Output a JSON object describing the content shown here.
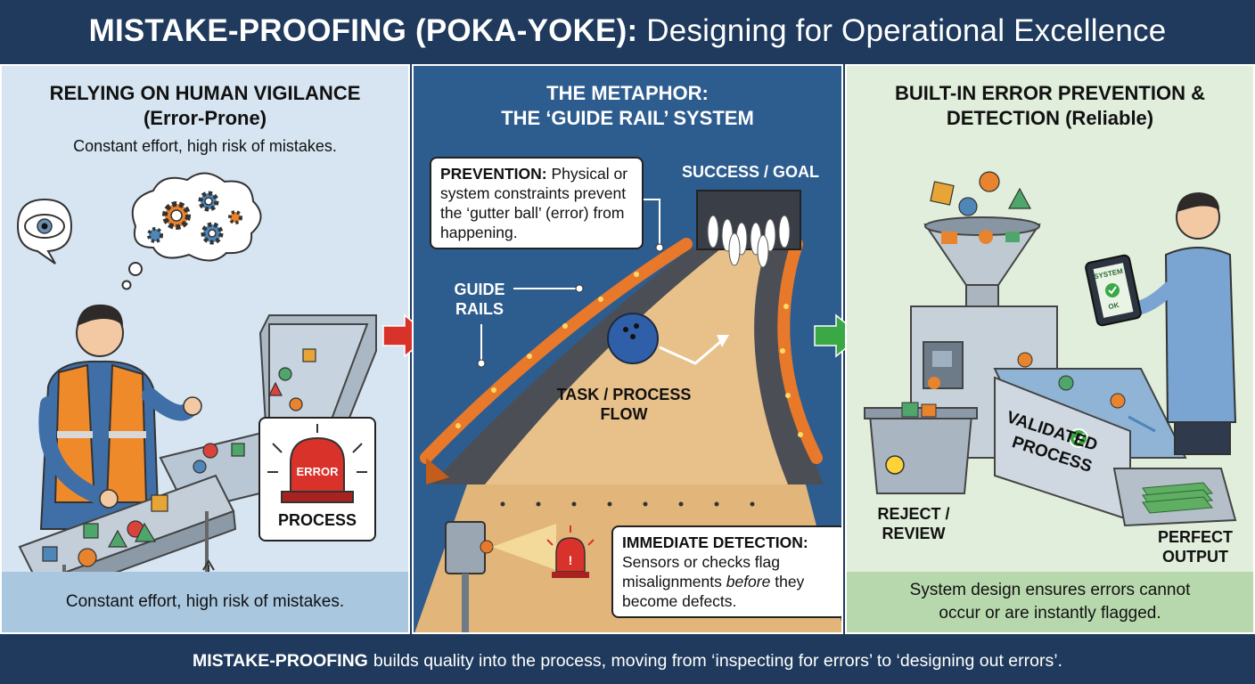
{
  "header": {
    "title_bold": "MISTAKE-PROOFING (POKA-YOKE):",
    "title_rest": "Designing for Operational Excellence"
  },
  "left_panel": {
    "title_line1": "RELYING ON HUMAN VIGILANCE",
    "title_line2": "(Error-Prone)",
    "subtitle": "Constant effort, high risk of mistakes.",
    "alarm_sign": "ERROR",
    "process_label": "PROCESS",
    "footer": "Constant effort, high risk of mistakes."
  },
  "middle_panel": {
    "title_line1": "THE METAPHOR:",
    "title_line2": "THE ‘GUIDE RAIL’ SYSTEM",
    "prevention_bold": "PREVENTION:",
    "prevention_text": "Physical or system constraints prevent the ‘gutter ball’ (error) from happening.",
    "success_label": "SUCCESS / GOAL",
    "guide_rails_line1": "GUIDE",
    "guide_rails_line2": "RAILS",
    "task_line1": "TASK / PROCESS",
    "task_line2": "FLOW",
    "detection_bold": "IMMEDIATE DETECTION:",
    "detection_text_a": "Sensors or checks flag misalignments",
    "detection_text_em": "before",
    "detection_text_b": "they become defects."
  },
  "right_panel": {
    "title_line1": "BUILT-IN ERROR PREVENTION &",
    "title_line2": "DETECTION (Reliable)",
    "machine_line1": "VALIDATED",
    "machine_line2": "PROCESS",
    "reject_line1": "REJECT /",
    "reject_line2": "REVIEW",
    "output_line1": "PERFECT",
    "output_line2": "OUTPUT",
    "tablet_line1": "SYSTEM",
    "tablet_line2": "OK",
    "footer_line1": "System design ensures errors cannot",
    "footer_line2": "occur or are instantly flagged."
  },
  "footer": {
    "bold": "MISTAKE-PROOFING",
    "rest": "builds quality into the process, moving from ‘inspecting for errors’ to ‘designing out errors’."
  },
  "colors": {
    "navy": "#1f3a5c",
    "left_bg": "#d6e5f1",
    "middle_bg": "#2d5c8f",
    "right_bg": "#e0eedb",
    "red_arrow": "#d9322b",
    "green_arrow": "#3aa845",
    "rail_orange": "#e8782a"
  },
  "icons": [
    "eye-icon",
    "gear-icon",
    "alarm-siren-icon",
    "bowling-ball-icon",
    "bowling-pins-icon",
    "sensor-icon",
    "warning-siren-icon",
    "funnel-icon",
    "check-icon",
    "tablet-icon",
    "bin-icon"
  ]
}
